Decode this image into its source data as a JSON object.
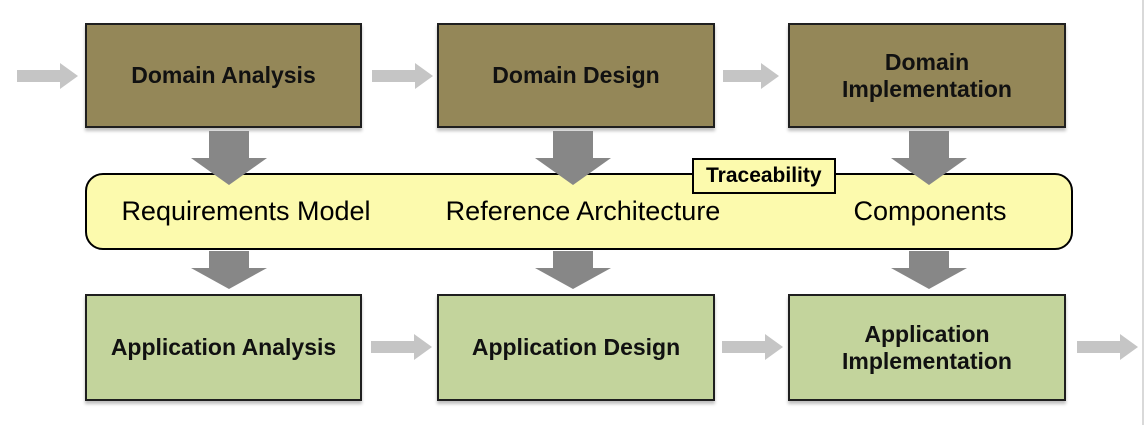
{
  "diagram": {
    "top_row": [
      {
        "label": "Domain Analysis"
      },
      {
        "label": "Domain Design"
      },
      {
        "label": "Domain Implementation"
      }
    ],
    "middle_band": {
      "tag": "Traceability",
      "items": [
        "Requirements Model",
        "Reference Architecture",
        "Components"
      ]
    },
    "bottom_row": [
      {
        "label": "Application Analysis"
      },
      {
        "label": "Application Design"
      },
      {
        "label": "Application Implementation"
      }
    ]
  },
  "colors": {
    "domain-box-fill": "#948758",
    "application-box-fill": "#c3d49c",
    "band-fill": "#fcfaad",
    "label-fill": "#fcfaad",
    "box-border": "#1f1f1f",
    "flow-arrow": "#c5c5c5",
    "transition-arrow": "#878787",
    "page-edge": "#d9d9d9"
  }
}
